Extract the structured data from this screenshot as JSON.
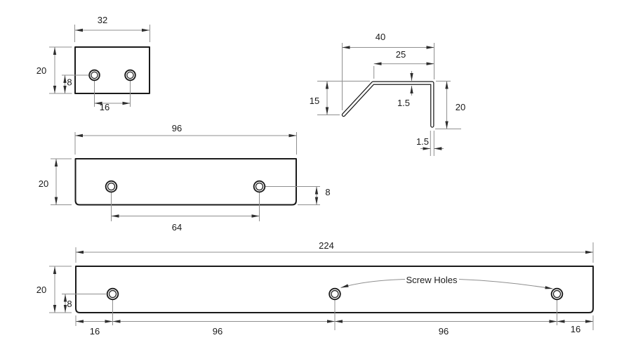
{
  "drawing": {
    "callout": "Screw Holes",
    "colors": {
      "outline": "#1b1b1b",
      "dimension_lines": "#8f8f8f",
      "text": "#1a1a1a",
      "background": "#ffffff"
    },
    "views": {
      "small_plate": {
        "width": "32",
        "height": "20",
        "hole_offset": "8",
        "hole_spacing": "16"
      },
      "bent_profile": {
        "overall_width": "40",
        "flat_width": "25",
        "slope_height": "15",
        "leg_height": "20",
        "sheet_thickness": "1.5",
        "leg_thickness": "1.5"
      },
      "medium_plate": {
        "width": "96",
        "height": "20",
        "hole_offset": "8",
        "hole_spacing": "64"
      },
      "long_plate": {
        "width": "224",
        "height": "20",
        "hole_offset": "8",
        "left_edge_to_hole": "16",
        "hole_spacing_1": "96",
        "hole_spacing_2": "96",
        "hole_to_right_edge": "16"
      }
    }
  }
}
